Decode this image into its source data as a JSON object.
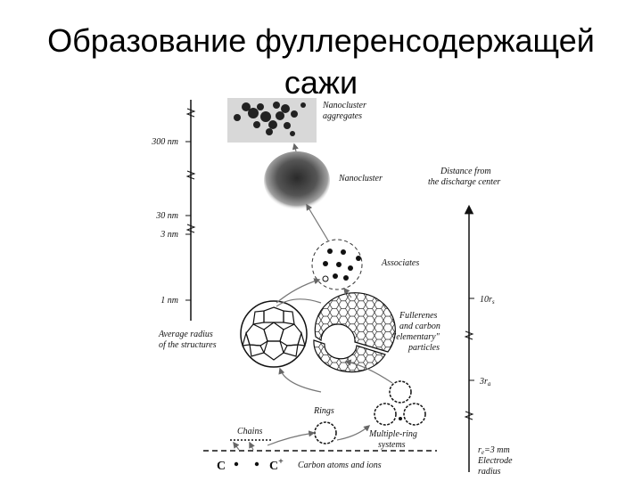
{
  "slide": {
    "title_line1": "Образование фуллеренсодержащей",
    "title_line2": "сажи"
  },
  "left_axis": {
    "ticks": [
      "300 nm",
      "30 nm",
      "3 nm",
      "1 nm"
    ],
    "caption_line1": "Average radius",
    "caption_line2": "of the structures"
  },
  "right_axis": {
    "caption_line1": "Distance from",
    "caption_line2": "the discharge center",
    "tick_upper": "10r",
    "tick_upper_sub": "s",
    "tick_lower": "3r",
    "tick_lower_sub": "a",
    "electrode_line1": "r",
    "electrode_sub": "e",
    "electrode_value": "=3 mm",
    "electrode_line2": "Electrode",
    "electrode_line3": "radius"
  },
  "labels": {
    "nanocluster_aggregates_1": "Nanocluster",
    "nanocluster_aggregates_2": "aggregates",
    "nanocluster": "Nanocluster",
    "associates": "Associates",
    "fullerenes_1": "Fullerenes",
    "fullerenes_2": "and carbon",
    "fullerenes_3": "\"elementary\"",
    "fullerenes_4": "particles",
    "rings": "Rings",
    "multiring_1": "Multiple-ring",
    "multiring_2": "systems",
    "chains": "Chains",
    "atoms_ions": "Carbon atoms and ions",
    "atom_c": "C",
    "ion_c": "C",
    "ion_plus": "+"
  }
}
